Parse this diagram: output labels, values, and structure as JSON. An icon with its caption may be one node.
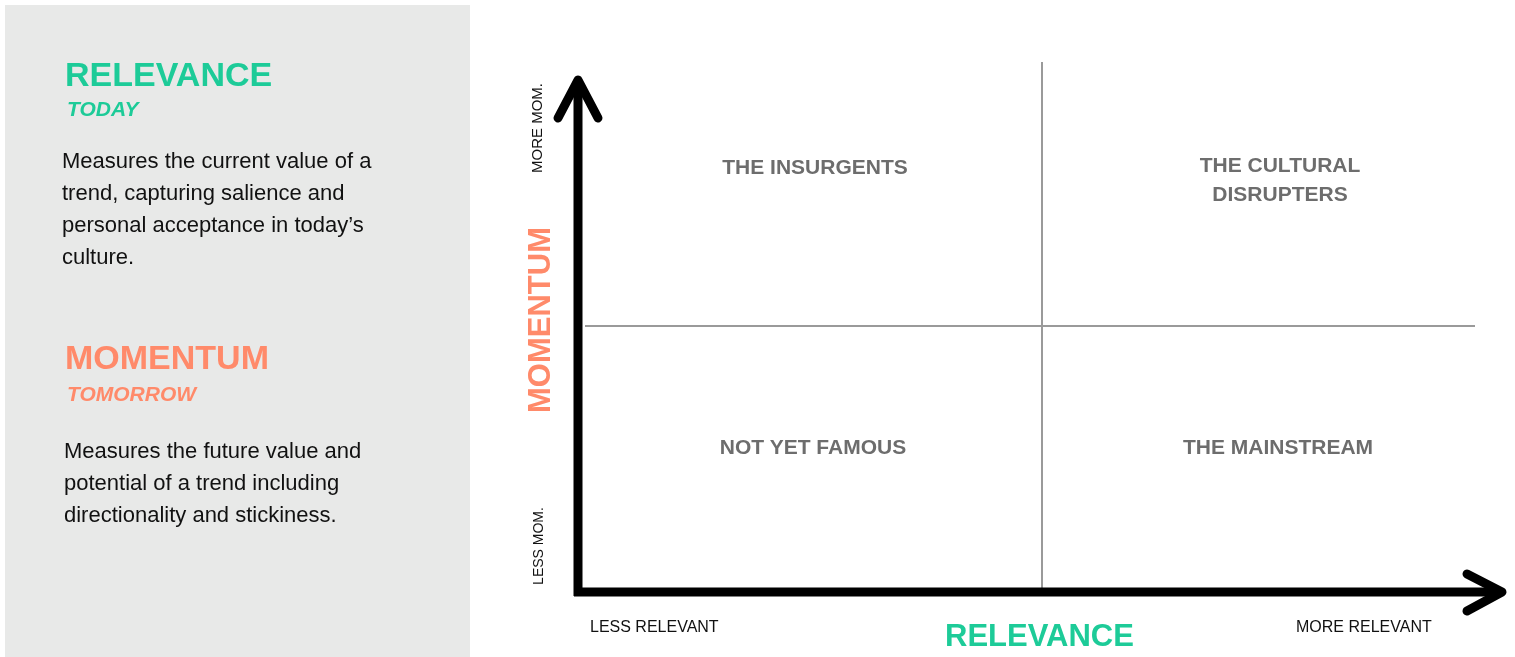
{
  "diagram": {
    "nodes": [
      {
        "text": [
          "RELEVANCE",
          "TODAY",
          "Measures the current value of a trend, capturing salience and personal acceptance in today’s culture.",
          "MOMENTUM",
          "TOMORROW",
          "Measures the future value and potential of a trend including directionality and stickiness."
        ]
      }
    ],
    "edges": [],
    "labels": [
      "MORE MOM.",
      "MOMENTUM",
      "THE INSURGENTS",
      "THE CULTURAL DISRUPTERS",
      "NOT YET FAMOUS",
      "THE MAINSTREAM",
      "LESS MOM.",
      "LESS RELEVANT",
      "RELEVANCE",
      "MORE RELEVANT"
    ]
  }
}
